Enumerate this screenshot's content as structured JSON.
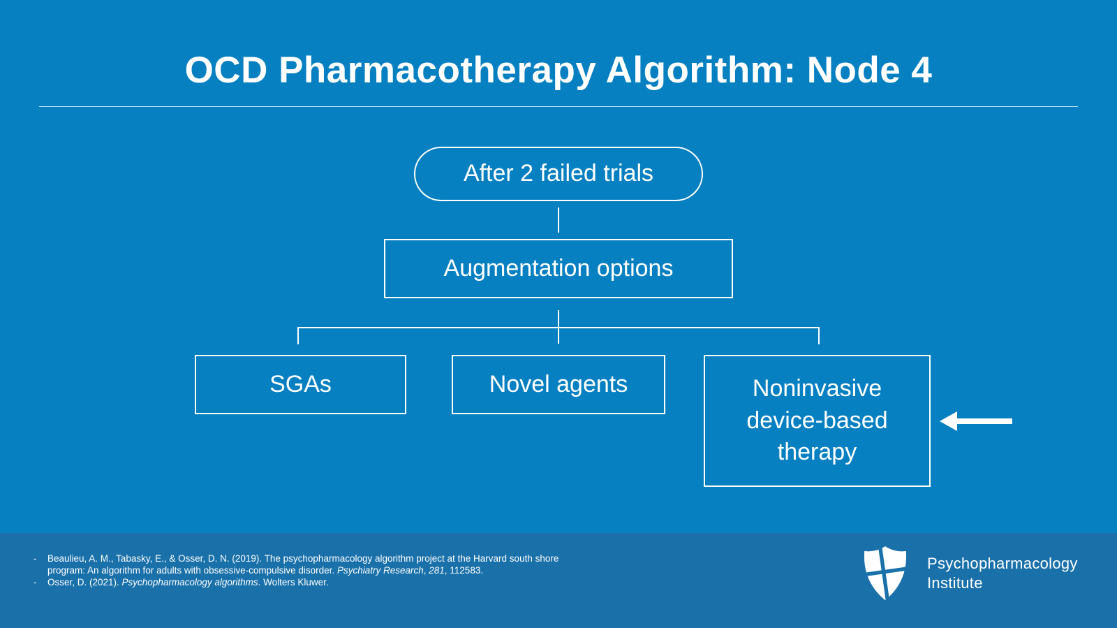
{
  "slide": {
    "title": "OCD Pharmacotherapy Algorithm: Node 4",
    "colors": {
      "background": "#0780c1",
      "footer_background": "#1a71aa",
      "line": "#ffffff",
      "text": "#ffffff"
    }
  },
  "flowchart": {
    "root": {
      "label": "After 2 failed trials"
    },
    "augmentation": {
      "label": "Augmentation options"
    },
    "children": {
      "sgas": {
        "label": "SGAs"
      },
      "novel": {
        "label": "Novel agents"
      },
      "device": {
        "label": "Noninvasive device-based therapy"
      }
    },
    "annotation_arrow": "left-arrow-icon"
  },
  "footer": {
    "references": [
      {
        "segments": [
          {
            "text": "Beaulieu, A. M., Tabasky, E., & Osser, D. N. (2019). The psychopharmacology algorithm project at the Harvard south shore program: An algorithm for adults with obsessive-compulsive disorder. ",
            "italic": false
          },
          {
            "text": "Psychiatry Research",
            "italic": true
          },
          {
            "text": ", ",
            "italic": false
          },
          {
            "text": "281",
            "italic": true
          },
          {
            "text": ", 112583.",
            "italic": false
          }
        ]
      },
      {
        "segments": [
          {
            "text": "Osser, D. (2021). ",
            "italic": false
          },
          {
            "text": "Psychopharmacology algorithms",
            "italic": true
          },
          {
            "text": ". Wolters Kluwer.",
            "italic": false
          }
        ]
      }
    ],
    "logo": {
      "icon": "shield-cross-icon",
      "line1": "Psychopharmacology",
      "line2": "Institute"
    }
  }
}
